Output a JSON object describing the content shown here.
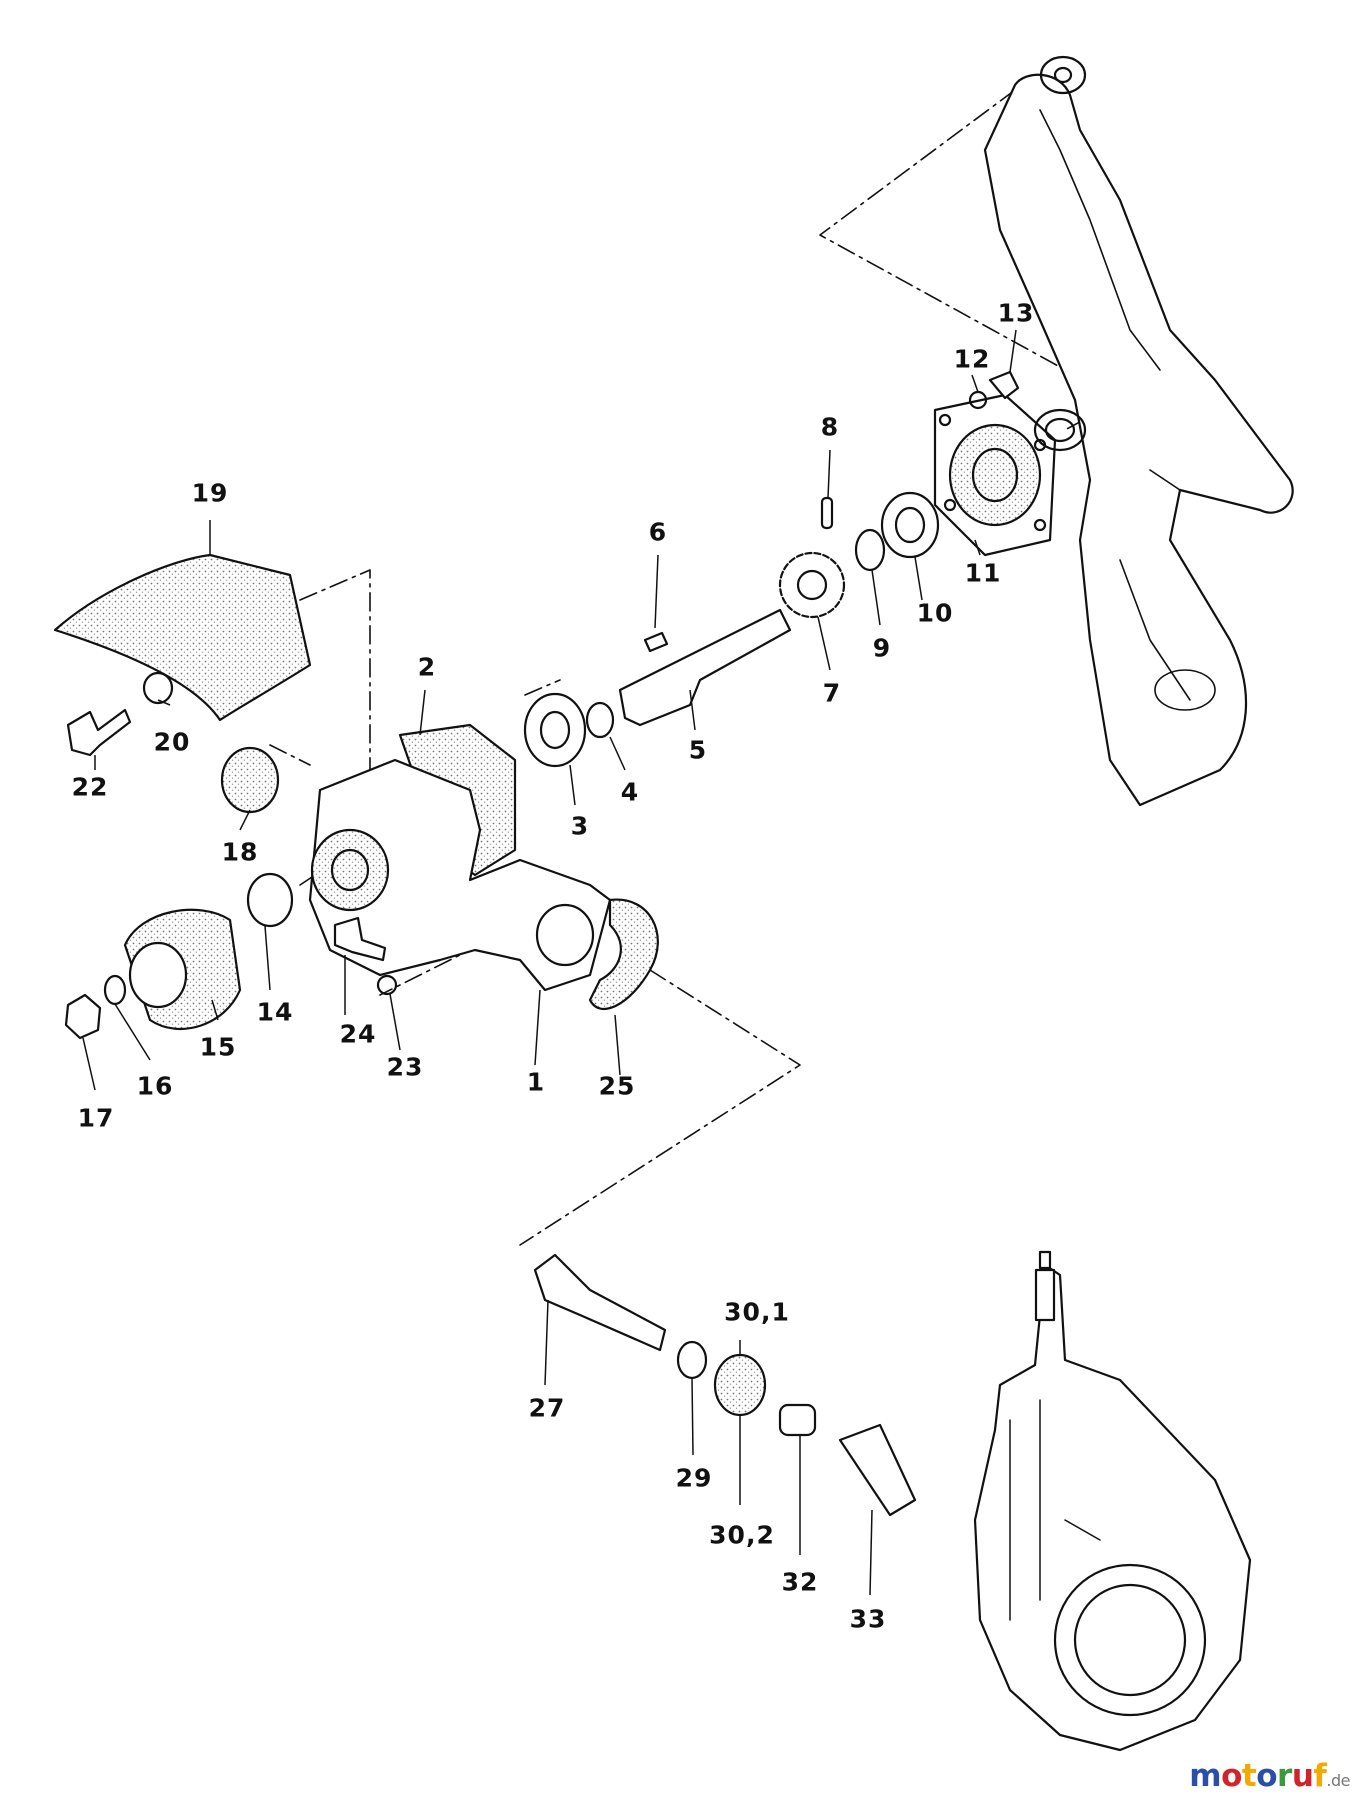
{
  "callouts": [
    "19",
    "20",
    "22",
    "18",
    "2",
    "3",
    "4",
    "5",
    "6",
    "7",
    "8",
    "9",
    "10",
    "11",
    "12",
    "13",
    "14",
    "15",
    "16",
    "17",
    "24",
    "23",
    "1",
    "25",
    "27",
    "29",
    "30,1",
    "30,2",
    "32",
    "33"
  ],
  "watermark": {
    "letters": [
      "m",
      "o",
      "t",
      "o",
      "r",
      "u",
      "f"
    ],
    "colors": [
      "#2b4fa8",
      "#d2232a",
      "#f2a900",
      "#2b4fa8",
      "#3a9a3a",
      "#d2232a",
      "#f2a900"
    ],
    "suffix": ".de"
  },
  "colors": {
    "line": "#111111",
    "stipple": "#bbbbbb"
  }
}
